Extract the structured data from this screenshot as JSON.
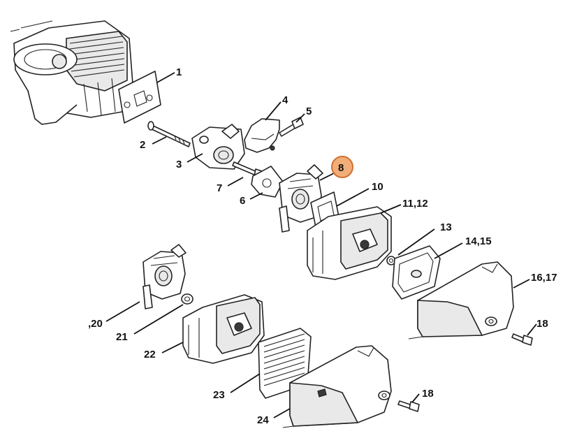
{
  "accent_color": "#f0a060",
  "callouts": {
    "c1": "1",
    "c2": "2",
    "c3": "3",
    "c4": "4",
    "c5": "5",
    "c6": "6",
    "c7": "7",
    "c8": "8",
    "c10": "10",
    "c11_12": "11,12",
    "c13": "13",
    "c14_15": "14,15",
    "c16_17": "16,17",
    "c18a": "18",
    "c18b": "18",
    "c20": ",20",
    "c21": "21",
    "c22": "22",
    "c23": "23",
    "c24": "24"
  },
  "highlighted_callout": "8"
}
